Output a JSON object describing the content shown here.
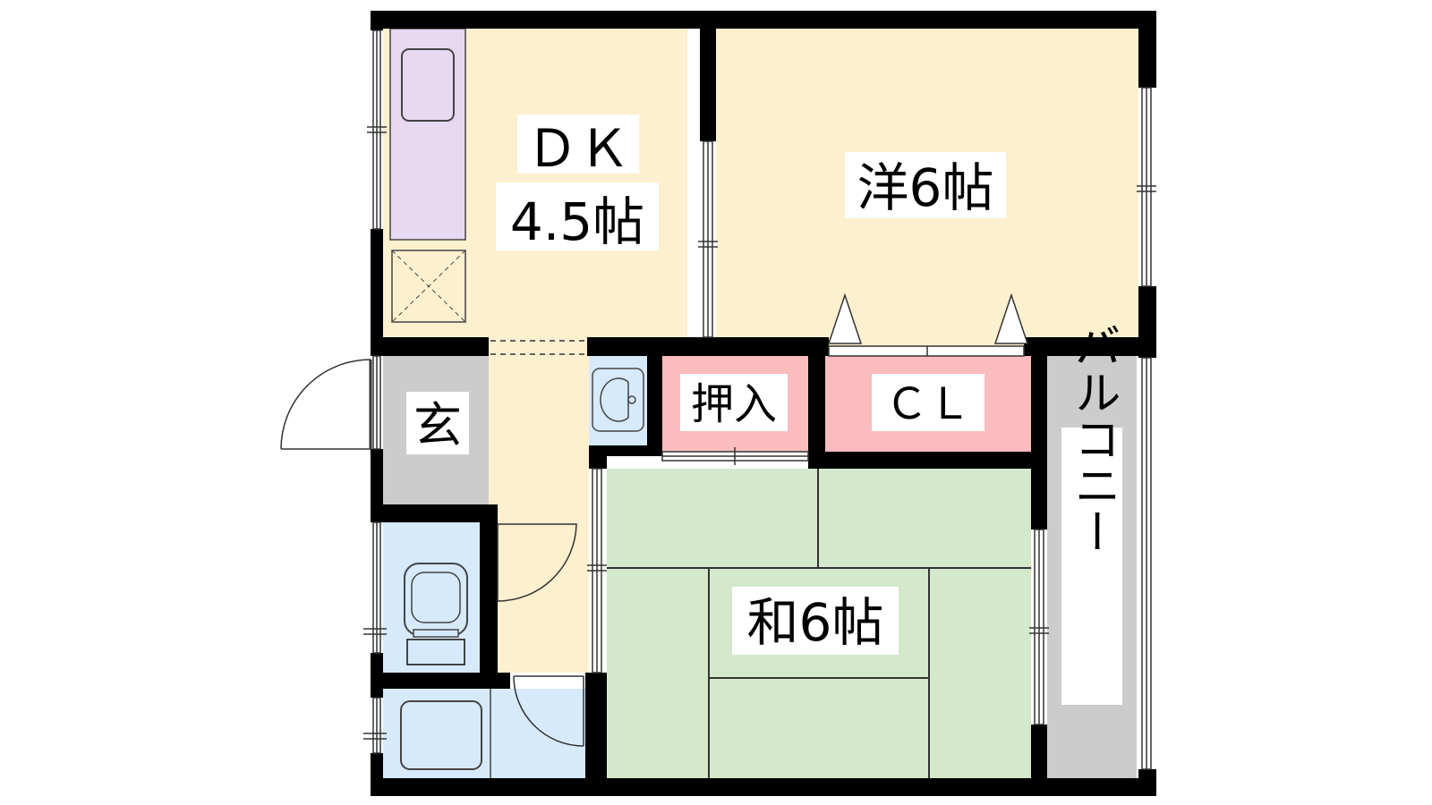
{
  "rooms": {
    "dk": {
      "name": "ＤＫ",
      "size": "4.5帖"
    },
    "western": {
      "label": "洋6帖"
    },
    "japanese": {
      "label": "和6帖"
    },
    "oshiire": {
      "label": "押入"
    },
    "closet": {
      "label": "ＣＬ"
    },
    "entrance": {
      "label": "玄"
    },
    "balcony": {
      "label": "バルコニー"
    }
  },
  "colors": {
    "wall": "#000000",
    "dk_floor": "#fdf0cf",
    "western_floor": "#fdf0cf",
    "japanese_floor": "#d4e9cc",
    "storage": "#fbbcbd",
    "wet_area": "#d6eafb",
    "entrance": "#cccccc",
    "balcony": "#cccccc",
    "kitchen_counter": "#e8d9f2"
  }
}
